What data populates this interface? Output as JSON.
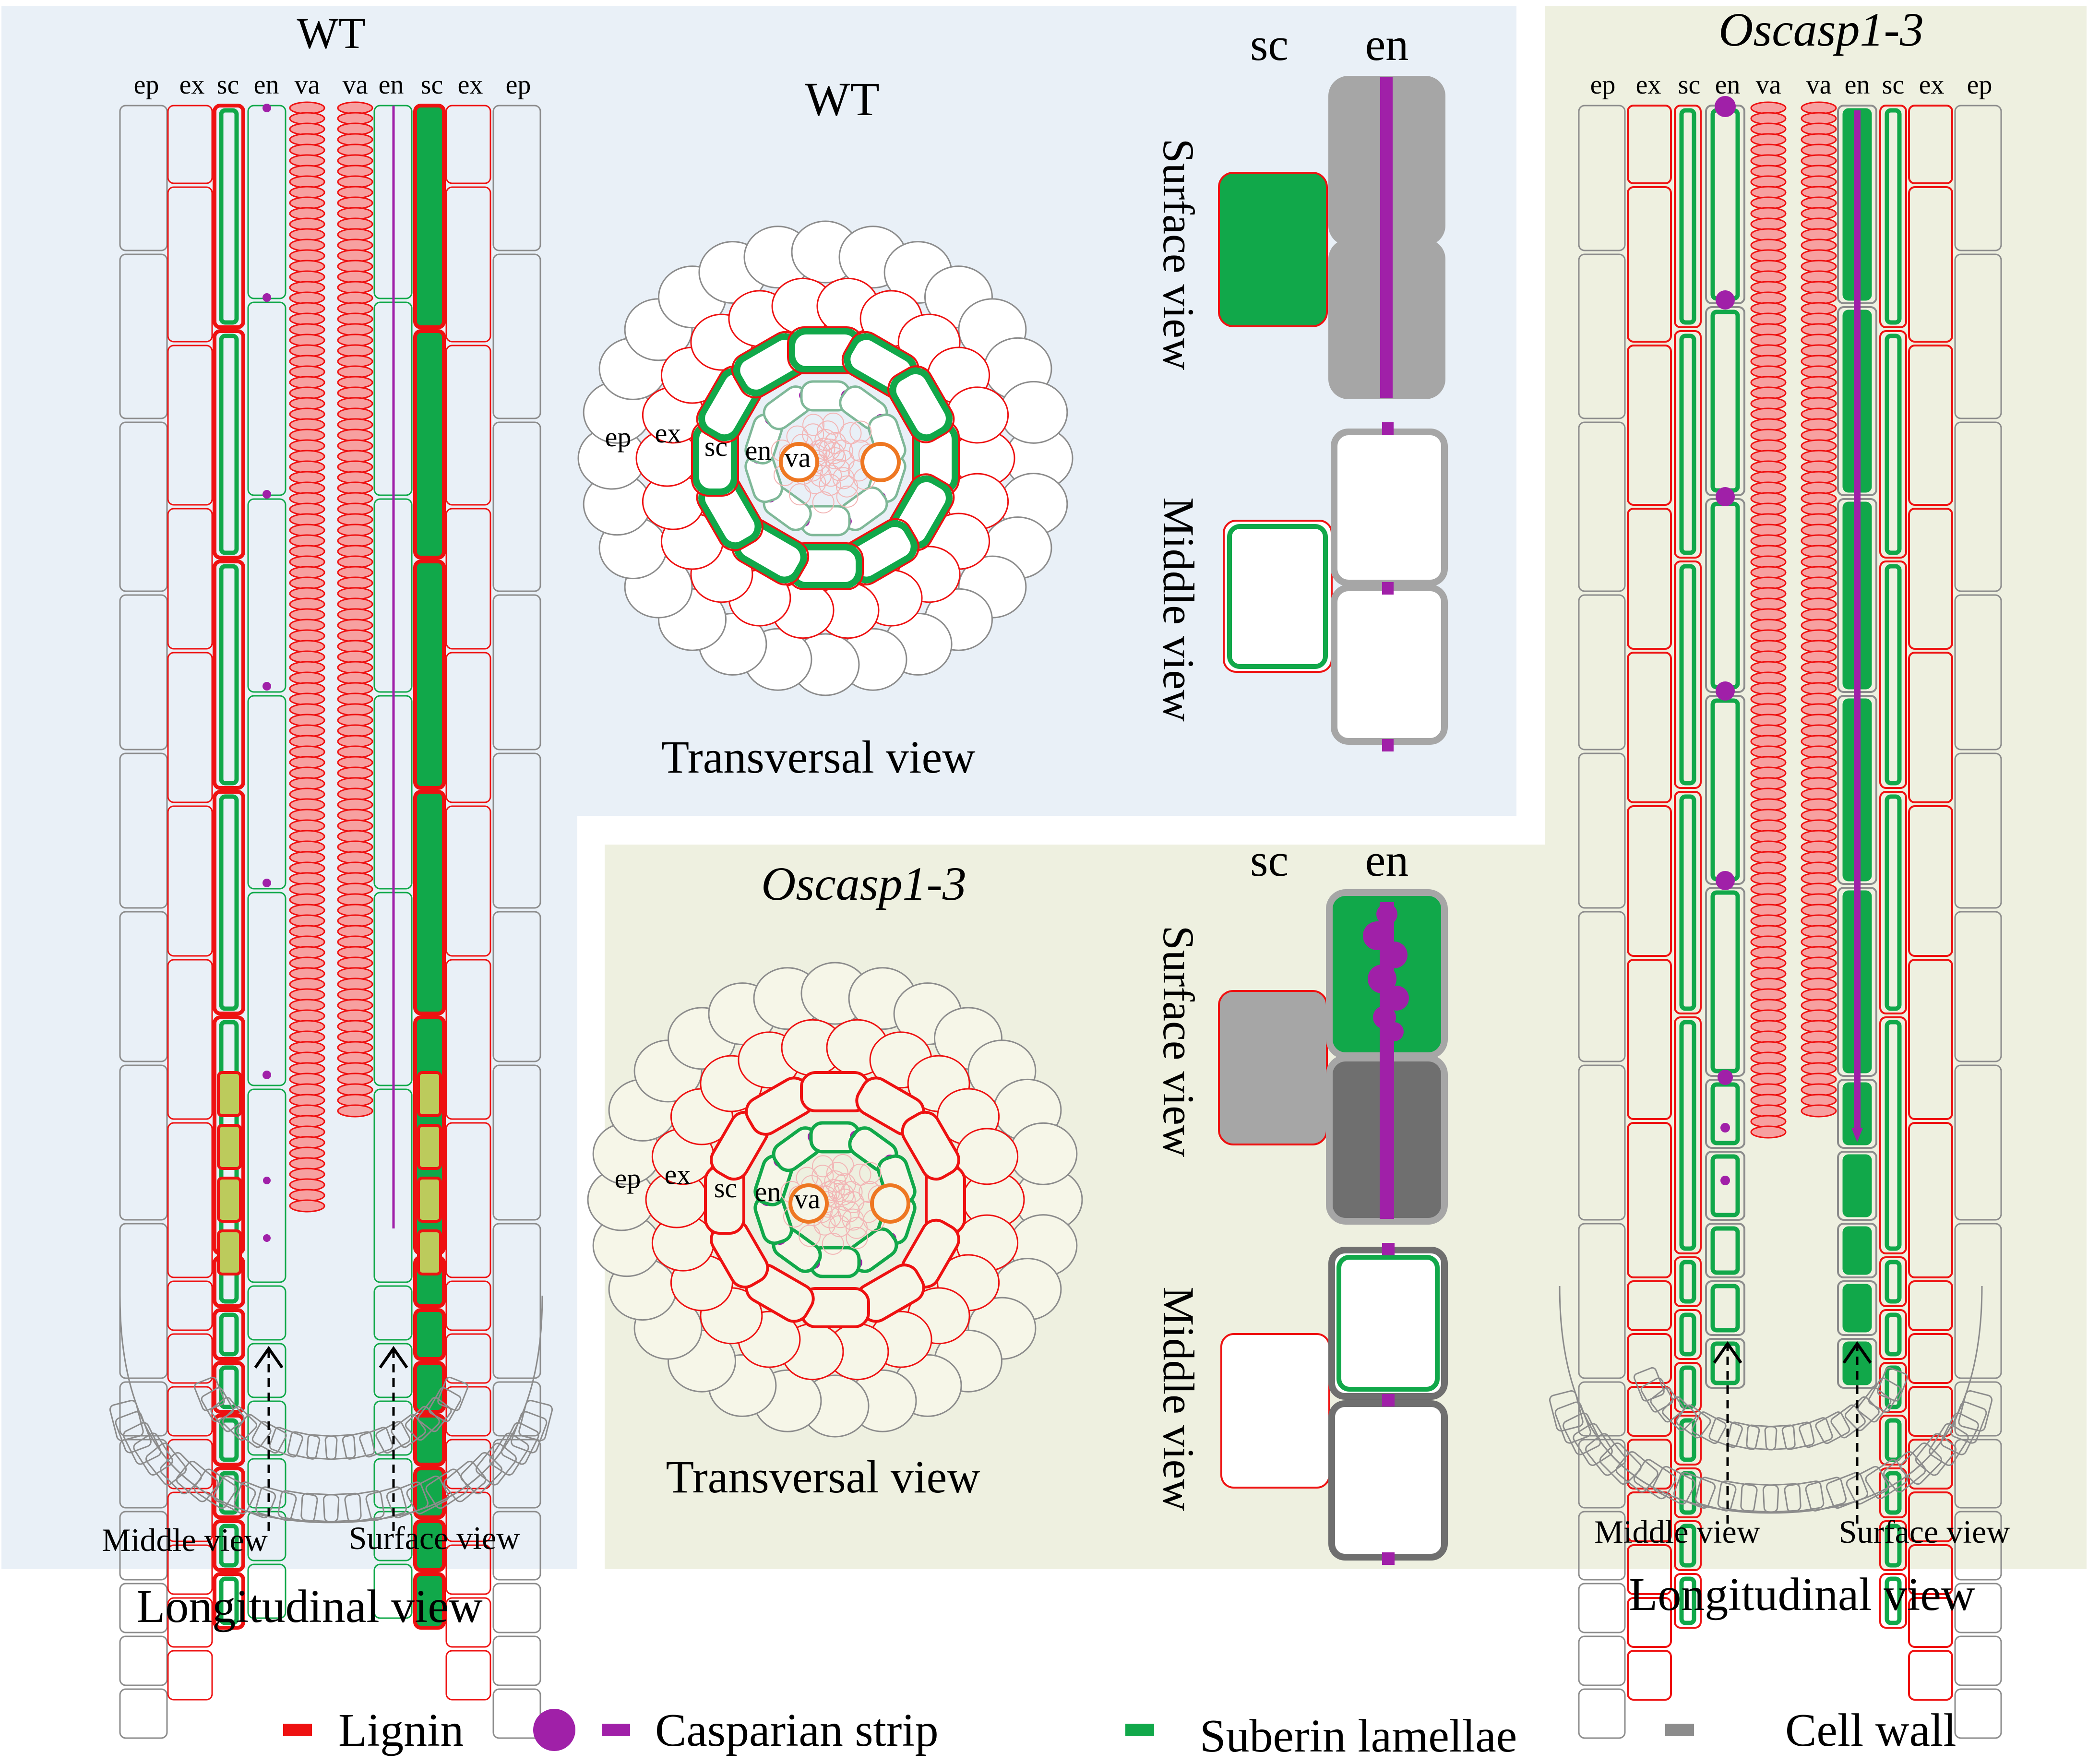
{
  "colors": {
    "wt_bg": "#e9f0f7",
    "mutant_bg": "#eef0e0",
    "lignin": "#ee1111",
    "casparian": "#a020a8",
    "suberin": "#11a84a",
    "cell_wall": "#8c8c8c",
    "vascular": "#f7a0a0",
    "xylem_ring": "#ee7722",
    "early_cell": "#bccb5c"
  },
  "wt_longitudinal": {
    "title": "WT",
    "columns": [
      "ep",
      "ex",
      "sc",
      "en",
      "va",
      "va",
      "en",
      "sc",
      "ex",
      "ep"
    ],
    "arrow_left": "Middle view",
    "arrow_right": "Surface view",
    "caption": "Longitudinal view"
  },
  "wt_transversal": {
    "title": "WT",
    "labels": [
      "ep",
      "ex",
      "sc",
      "en",
      "va"
    ],
    "caption": "Transversal view"
  },
  "wt_detail": {
    "col_sc": "sc",
    "col_en": "en",
    "surface_label": "Surface view",
    "middle_label": "Middle view"
  },
  "mut_transversal": {
    "title": "Oscasp1-3",
    "labels": [
      "ep",
      "ex",
      "sc",
      "en",
      "va"
    ],
    "caption": "Transversal view"
  },
  "mut_detail": {
    "col_sc": "sc",
    "col_en": "en",
    "surface_label": "Surface view",
    "middle_label": "Middle view"
  },
  "mut_longitudinal": {
    "title": "Oscasp1-3",
    "columns": [
      "ep",
      "ex",
      "sc",
      "en",
      "va",
      "va",
      "en",
      "sc",
      "ex",
      "ep"
    ],
    "arrow_left": "Middle view",
    "arrow_right": "Surface view",
    "caption": "Longitudinal view"
  },
  "legend": [
    {
      "label": "Lignin",
      "icon": "red-bar"
    },
    {
      "label": "Casparian strip",
      "icon": "purple-dot-and-bar"
    },
    {
      "label": "Suberin lamellae",
      "icon": "green-bar"
    },
    {
      "label": "Cell wall",
      "icon": "gray-bar"
    }
  ]
}
